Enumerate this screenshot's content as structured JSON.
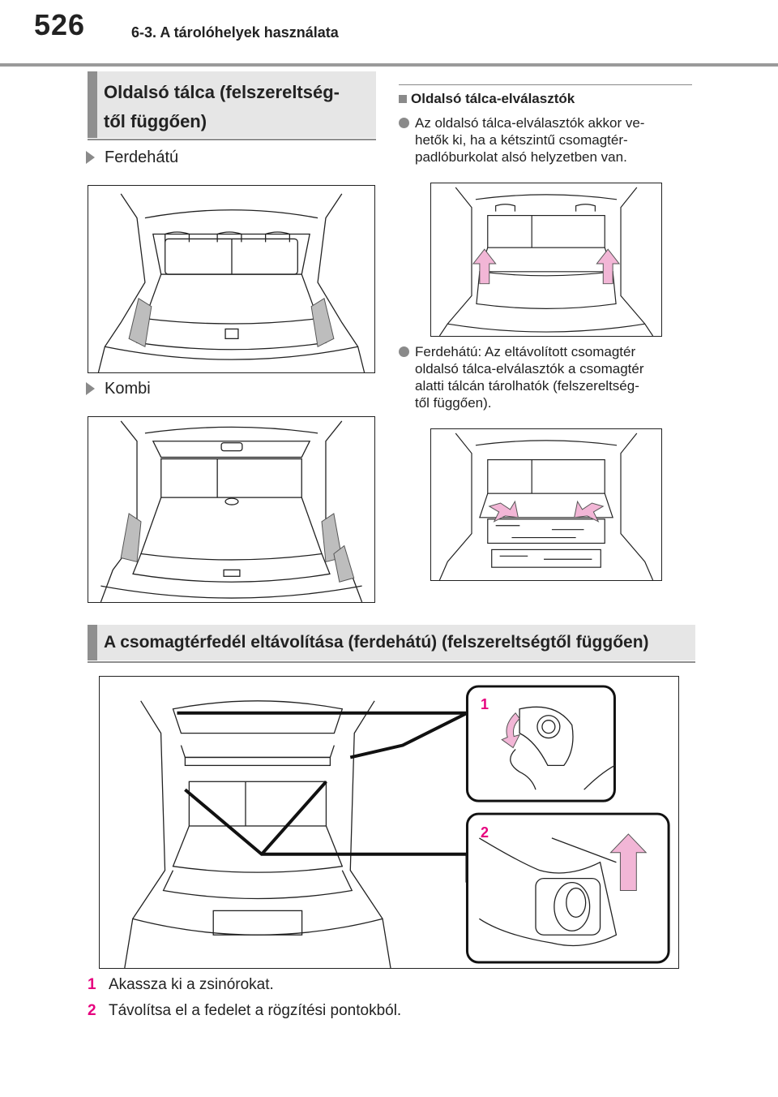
{
  "header": {
    "page_number": "526",
    "chapter": "6-3. A tárolóhelyek használata"
  },
  "left": {
    "section_title_line1": "Oldalsó tálca (felszereltség-",
    "section_title_line2": "től függően)",
    "variant1": "Ferdehátú",
    "variant2": "Kombi"
  },
  "right": {
    "subheading": "Oldalsó tálca-elválasztók",
    "item1_line1": "Az oldalsó tálca-elválasztók akkor ve-",
    "item1_line2": "hetők ki, ha a kétszintű csomagtér-",
    "item1_line3": "padlóburkolat alsó helyzetben van.",
    "item2_line1": "Ferdehátú: Az eltávolított csomagtér",
    "item2_line2": "oldalsó tálca-elválasztók a csomagtér",
    "item2_line3": "alatti tálcán tárolhatók (felszereltség-",
    "item2_line4": "től függően)."
  },
  "cover": {
    "section_title": "A csomagtérfedél eltávolítása (ferdehátú) (felszereltségtől függően)",
    "callout1": "1",
    "callout2": "2",
    "steps": [
      {
        "num": "1",
        "text": "Akassza ki a zsinórokat."
      },
      {
        "num": "2",
        "text": "Távolítsa el a fedelet a rögzítési pontokból."
      }
    ]
  },
  "colors": {
    "accent": "#e6007e",
    "section_bg": "#e6e6e6",
    "section_bar": "#8f8f8f",
    "arrow": "#f2b6d6"
  }
}
